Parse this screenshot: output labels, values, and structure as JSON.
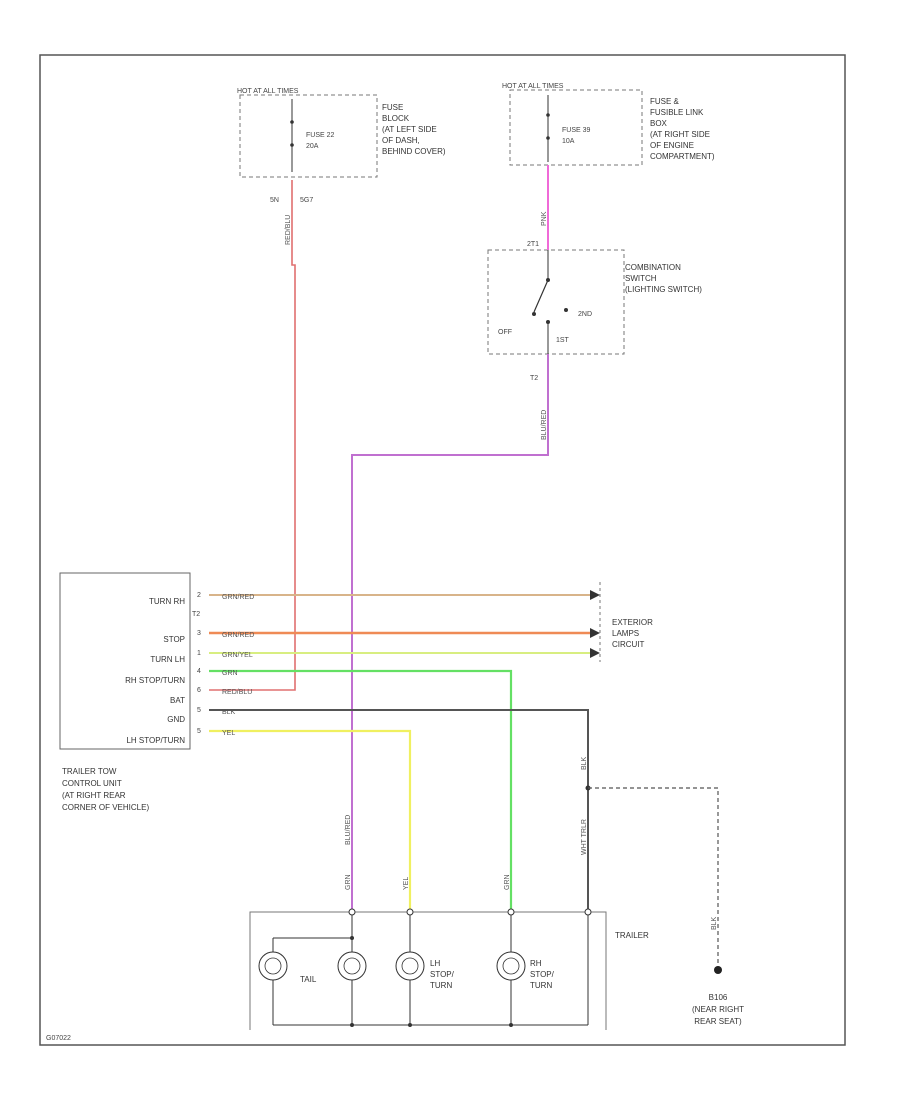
{
  "fuse_block_left": {
    "header": "HOT AT ALL TIMES",
    "fuse": [
      "FUSE 22",
      "20A"
    ],
    "location": [
      "FUSE",
      "BLOCK",
      "(AT LEFT SIDE",
      "OF DASH,",
      "BEHIND COVER)"
    ],
    "pin_labels": [
      "5N",
      "5G7"
    ],
    "wire_color": "RED/BLU"
  },
  "fuse_block_right": {
    "header": "HOT AT ALL TIMES",
    "fuse": [
      "FUSE 39",
      "10A"
    ],
    "location": [
      "FUSE &",
      "FUSIBLE LINK",
      "BOX",
      "(AT RIGHT SIDE",
      "OF ENGINE",
      "COMPARTMENT)"
    ],
    "wire_color": "PNK"
  },
  "combination_switch": {
    "label": [
      "COMBINATION",
      "SWITCH",
      "(LIGHTING SWITCH)"
    ],
    "top_pin": "2T1",
    "positions": [
      "OFF",
      "2ND",
      "1ST"
    ],
    "bottom_pin": "T2",
    "wire_color": "BLU/RED"
  },
  "control_unit": {
    "pins": [
      "TURN RH",
      "T2",
      "STOP",
      "TURN LH",
      "RH STOP/TURN",
      "BAT",
      "GND",
      "LH STOP/TURN"
    ],
    "pin_numbers": [
      "2",
      "",
      "3",
      "1",
      "4",
      "6",
      "5",
      "5"
    ],
    "label": [
      "TRAILER TOW",
      "CONTROL UNIT",
      "(AT RIGHT REAR",
      "CORNER OF VEHICLE)"
    ]
  },
  "wires": [
    "GRN/RED",
    "GRN/RED",
    "GRN/YEL",
    "GRN",
    "RED/BLU",
    "BLK",
    "YEL"
  ],
  "exterior_lamps": [
    "EXTERIOR",
    "LAMPS",
    "CIRCUIT"
  ],
  "trailer": {
    "label": "TRAILER",
    "lamps": [
      [
        "TAIL"
      ],
      [
        "LH",
        "STOP/",
        "TURN"
      ],
      [
        "RH",
        "STOP/",
        "TURN"
      ]
    ],
    "wire_labels": [
      "BLU/RED",
      "GRN",
      "YEL",
      "GRN",
      "BLK",
      "WHT TRLR"
    ]
  },
  "ground": {
    "wire": "BLK",
    "label": [
      "B106",
      "(NEAR RIGHT",
      "REAR SEAT)"
    ]
  },
  "figure_id": "G07022"
}
